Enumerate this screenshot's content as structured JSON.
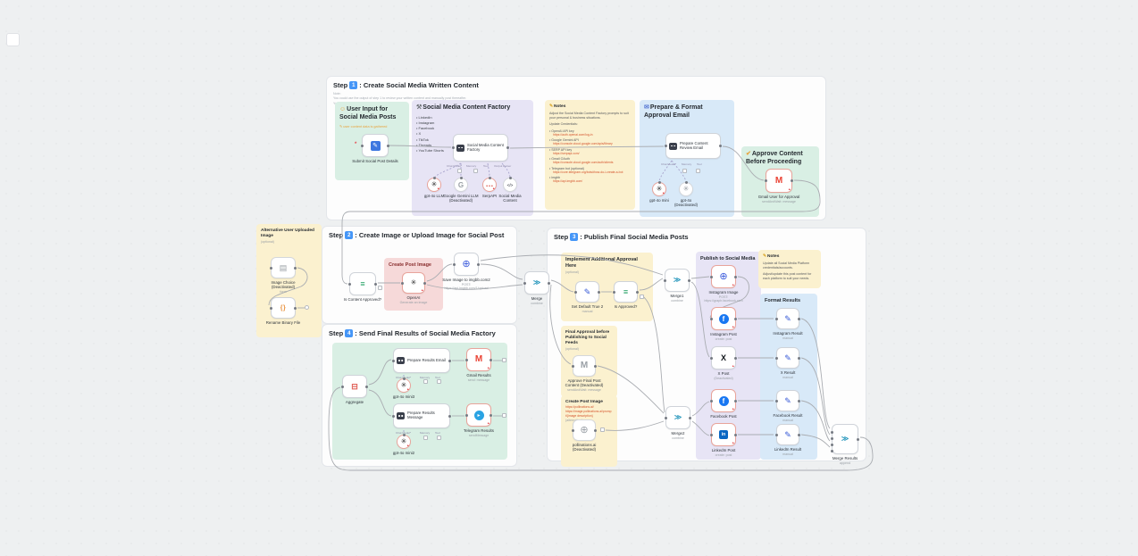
{
  "steps": {
    "s1": {
      "prefix": "Step",
      "badge": "1",
      "title": ": Create Social Media Written Content",
      "note": [
        "Note:",
        "You could use the output of step 1 to review your written content and manually post thereafter.",
        "You do not have to implement step 2."
      ]
    },
    "s2": {
      "prefix": "Step",
      "badge": "2",
      "title": ": Create Image or Upload Image for Social Post"
    },
    "s3": {
      "prefix": "Step",
      "badge": "3",
      "title": ": Publish Final Social Media Posts"
    },
    "s4": {
      "prefix": "Step",
      "badge": "4",
      "title": ": Send Final Results of Social Media Factory"
    }
  },
  "stickies": {
    "user_input": {
      "icon": "☺",
      "title": "User Input for Social Media Posts",
      "note": "✎ user content data is gathered"
    },
    "factory": {
      "icon": "⚒",
      "title": "Social Media Content Factory",
      "bullets": [
        "LinkedIn",
        "Instagram",
        "Facebook",
        "X",
        "TikTok",
        "Threads",
        "YouTube Shorts"
      ]
    },
    "notes1": {
      "icon": "✎",
      "title": "Notes",
      "body": "Adjust the Social Media Content Factory prompts to suit your personal & business situations.",
      "subtitle": "Update Credentials:",
      "items": [
        {
          "name": "OpenAI API key",
          "link": "https://auth.openai.com/log-in"
        },
        {
          "name": "Google Gemini API",
          "link": "https://console.cloud.google.com/apis/library"
        },
        {
          "name": "SERP API key",
          "link": "https://serpapi.com/"
        },
        {
          "name": "Gmail OAuth",
          "link": "https://console.cloud.google.com/auth/clients"
        },
        {
          "name": "Telegram bot (optional)",
          "link": "https://core.telegram.org/bots#how-do-i-create-a-bot"
        },
        {
          "name": "imgbb",
          "link": "https://api.imgbb.com/"
        }
      ]
    },
    "prepare_email": {
      "icon": "✉",
      "title": "Prepare & Format Approval Email"
    },
    "approve": {
      "icon": "✔",
      "title": "Approve Content Before Proceeding"
    },
    "alt_image": {
      "title": "Alternative User Uploaded Image",
      "sub": "(optional)"
    },
    "create_image_red": {
      "title": "Create Post Image"
    },
    "add_approval": {
      "title": "Implement Additional Approval Here",
      "sub": "(optional)"
    },
    "publish": {
      "title": "Publish to Social Media"
    },
    "notes2": {
      "icon": "✎",
      "title": "Notes",
      "lines": [
        "Update all Social Media Platform credentials/accounts.",
        "Adjust/update this post content for each platform to suit your needs."
      ]
    },
    "format_results": {
      "title": "Format Results"
    },
    "final_approval": {
      "title": "Final Approval before Publishing to Social Feeds",
      "sub": "(optional)"
    },
    "create_image_alt": {
      "title": "Create Post Image",
      "links": [
        "https://pollinations.ai/",
        "https://image.pollinations.ai/prompt/{image description}"
      ],
      "sub": "(alternative)"
    }
  },
  "conn": {
    "chat": "Chat Model*",
    "memory": "Memory",
    "tool": "Tool",
    "parser": "Output Parser"
  },
  "icons": {
    "form": "✎",
    "globe": "⊕",
    "if": "≡",
    "merge": "≫",
    "pencil": "✎",
    "openai": "✳",
    "g": "G",
    "dots": "…",
    "code": "</>",
    "gmail": "M",
    "fb": "f",
    "li": "in",
    "x": "X",
    "tg": "▸",
    "agg": "⊟",
    "img": "▤",
    "brace": "{}",
    "warn": "▲",
    "trigger": "*"
  },
  "nodes": {
    "submit": {
      "label": "Submit Social Post Details"
    },
    "factory_agent": {
      "label": "Social Media Content Factory"
    },
    "gpt4o": {
      "label": "gpt-4o LLM"
    },
    "gemini": {
      "label": "Google Gemini LLM (Deactivated)"
    },
    "serpapi": {
      "label": "SerpAPI"
    },
    "parser": {
      "label": "Social Media Content"
    },
    "prep_review": {
      "label": "Prepare Content Review Email"
    },
    "gpt4o_mini": {
      "label": "gpt-4o mini"
    },
    "gpt4o_deact": {
      "label": "gpt-4o (Deactivated)"
    },
    "gmail_approval": {
      "label": "Gmail User for Approval",
      "sub": "sendAndWait: message"
    },
    "if_content": {
      "label": "Is Content Approved?"
    },
    "openai_image": {
      "label": "OpenAI",
      "sub": "Generate an image"
    },
    "save_imgbb": {
      "label": "Save Image to imgbb.com2",
      "sub": "POST: https://api.imgbb.com/1/upload"
    },
    "merge": {
      "label": "Merge",
      "sub": "combine"
    },
    "image_choice": {
      "label": "Image Choice (Deactivated)",
      "sub": "form"
    },
    "rename_binary": {
      "label": "Rename Binary File"
    },
    "set_default": {
      "label": "Set Default True 2",
      "sub": "manual"
    },
    "if_approved": {
      "label": "Is Approved?"
    },
    "merge1": {
      "label": "Merge1",
      "sub": "combine"
    },
    "insta_image": {
      "label": "Instagram Image",
      "sub": "POST: https://graph.facebook.com"
    },
    "insta_post": {
      "label": "Instagram Post",
      "sub": "create: post"
    },
    "x_post": {
      "label": "X Post",
      "sub": "(Deactivated)"
    },
    "fb_post": {
      "label": "Facebook Post"
    },
    "li_post": {
      "label": "LinkedIn Post",
      "sub": "create: post"
    },
    "insta_result": {
      "label": "Instagram Result",
      "sub": "manual"
    },
    "x_result": {
      "label": "X Result",
      "sub": "manual"
    },
    "fb_result": {
      "label": "Facebook Result",
      "sub": "manual"
    },
    "li_result": {
      "label": "LinkedIn Result",
      "sub": "manual"
    },
    "approve_final": {
      "label": "Approve Final Post Content (Deactivated)",
      "sub": "sendAndWait: message"
    },
    "pollinations": {
      "label": "pollinations.ai (Deactivated)"
    },
    "merge2": {
      "label": "Merge2",
      "sub": "combine"
    },
    "merge_results": {
      "label": "Merge Results",
      "sub": "append"
    },
    "aggregate": {
      "label": "Aggregate"
    },
    "prep_email": {
      "label": "Prepare Results Email"
    },
    "mini3": {
      "label": "gpt-4o mini3"
    },
    "gmail_results": {
      "label": "Gmail Results",
      "sub": "send: message"
    },
    "prep_msg": {
      "label": "Prepare Results Message"
    },
    "mini2": {
      "label": "gpt-4o mini2"
    },
    "telegram_results": {
      "label": "Telegram Results",
      "sub": "sendMessage"
    }
  }
}
